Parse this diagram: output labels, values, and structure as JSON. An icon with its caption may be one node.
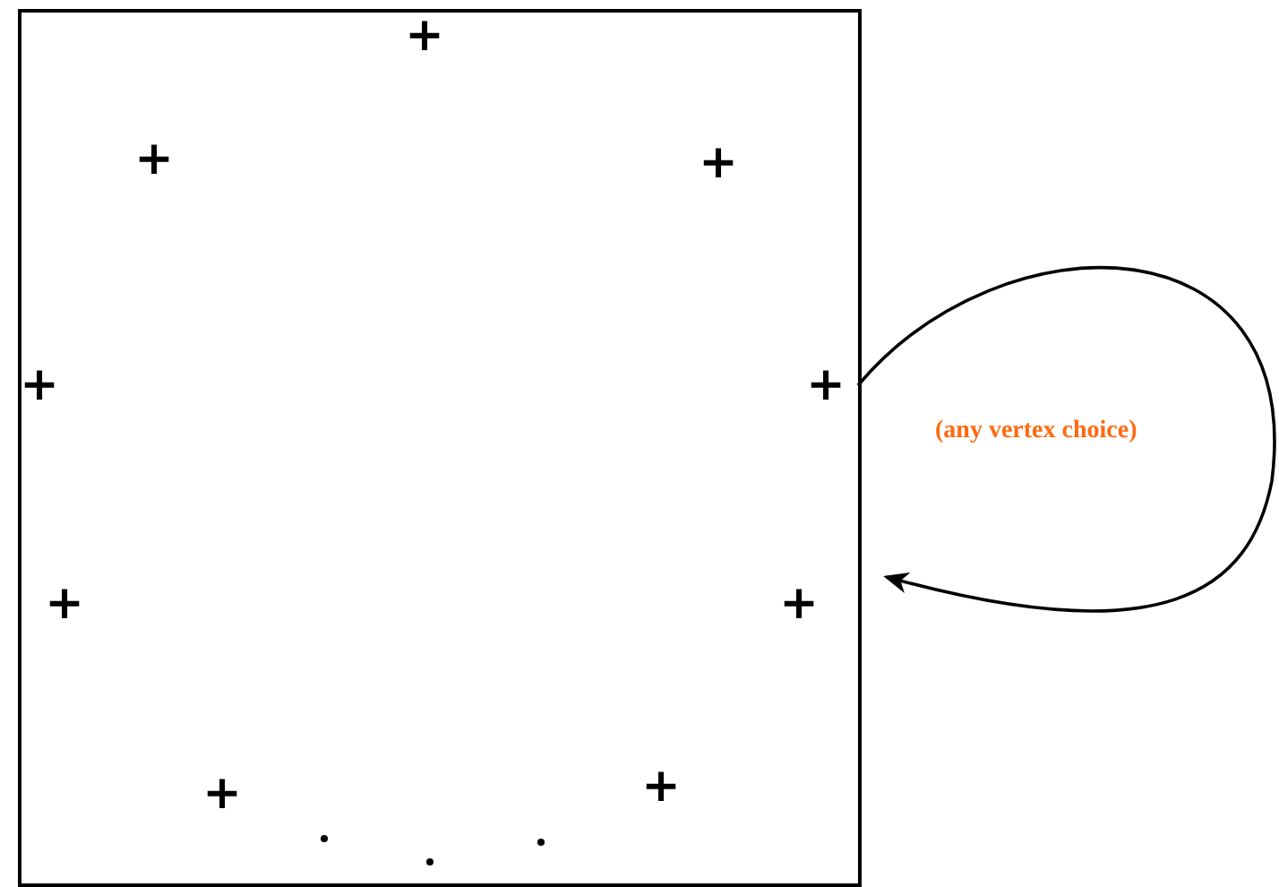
{
  "diagram": {
    "nodes": [
      {
        "text": [],
        "shape": "box"
      },
      {
        "text": [
          "+"
        ],
        "in": 0
      },
      {
        "text": [
          "+"
        ],
        "in": 0
      },
      {
        "text": [
          "+"
        ],
        "in": 0
      },
      {
        "text": [
          "+"
        ],
        "in": 0
      },
      {
        "text": [
          "+"
        ],
        "in": 0
      },
      {
        "text": [
          "+"
        ],
        "in": 0
      },
      {
        "text": [
          "+"
        ],
        "in": 0
      },
      {
        "text": [
          "+"
        ],
        "in": 0
      },
      {
        "text": [
          "+"
        ],
        "in": 0
      }
    ],
    "edges": [
      {
        "from": 5,
        "to": 7,
        "arrow": "to",
        "label": "(any vertex choice)"
      }
    ]
  }
}
